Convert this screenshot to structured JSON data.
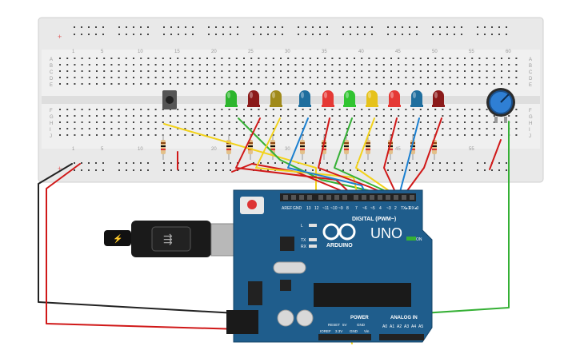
{
  "breadboard": {
    "column_numbers": [
      "1",
      "5",
      "10",
      "15",
      "20",
      "25",
      "30",
      "35",
      "40",
      "45",
      "50",
      "55",
      "60"
    ],
    "row_letters_top": [
      "A",
      "B",
      "C",
      "D",
      "E"
    ],
    "row_letters_bottom": [
      "F",
      "G",
      "H",
      "I",
      "J"
    ],
    "rail_plus": "+"
  },
  "leds": [
    {
      "color": "#2db52d"
    },
    {
      "color": "#8b1a1a"
    },
    {
      "color": "#a08a1a"
    },
    {
      "color": "#1f6e9e"
    },
    {
      "color": "#e53935"
    },
    {
      "color": "#31c431"
    },
    {
      "color": "#e6c21a"
    },
    {
      "color": "#e53935"
    },
    {
      "color": "#1f6e9e"
    },
    {
      "color": "#8b1a1a"
    }
  ],
  "arduino": {
    "brand": "ARDUINO",
    "model": "UNO",
    "digital_label": "DIGITAL (PWM~)",
    "power_label": "POWER",
    "analog_label": "ANALOG IN",
    "on_label": "ON",
    "l_label": "L",
    "tx_label": "TX",
    "rx_label": "RX",
    "aref": "AREF",
    "gnd": "GND",
    "digital_pins": [
      "13",
      "12",
      "~11",
      "~10",
      "~9",
      "8",
      "7",
      "~6",
      "~5",
      "4",
      "~3",
      "2",
      "TX▸1",
      "RX◂0"
    ],
    "power_pins": [
      "IOREF",
      "RESET",
      "3.3V",
      "5V",
      "GND",
      "GND",
      "Vin"
    ],
    "analog_pins": [
      "A0",
      "A1",
      "A2",
      "A3",
      "A4",
      "A5"
    ]
  },
  "colors": {
    "board_blue": "#1f5d8c",
    "wire_red": "#d01818",
    "wire_black": "#222222",
    "wire_yellow": "#f2d21b",
    "wire_green": "#35b035",
    "wire_blue": "#1a7fd0"
  }
}
